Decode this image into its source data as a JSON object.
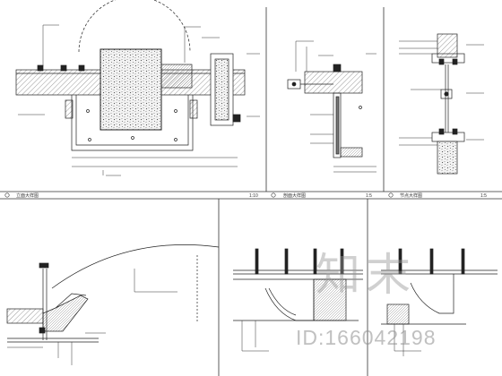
{
  "panels": [
    {
      "title": "立面大样图",
      "scale": "1:10"
    },
    {
      "title": "剖面大样图",
      "scale": "1:5"
    },
    {
      "title": "节点大样图",
      "scale": "1:5"
    }
  ],
  "watermark": {
    "logo": "知末",
    "id": "ID:166042198"
  }
}
